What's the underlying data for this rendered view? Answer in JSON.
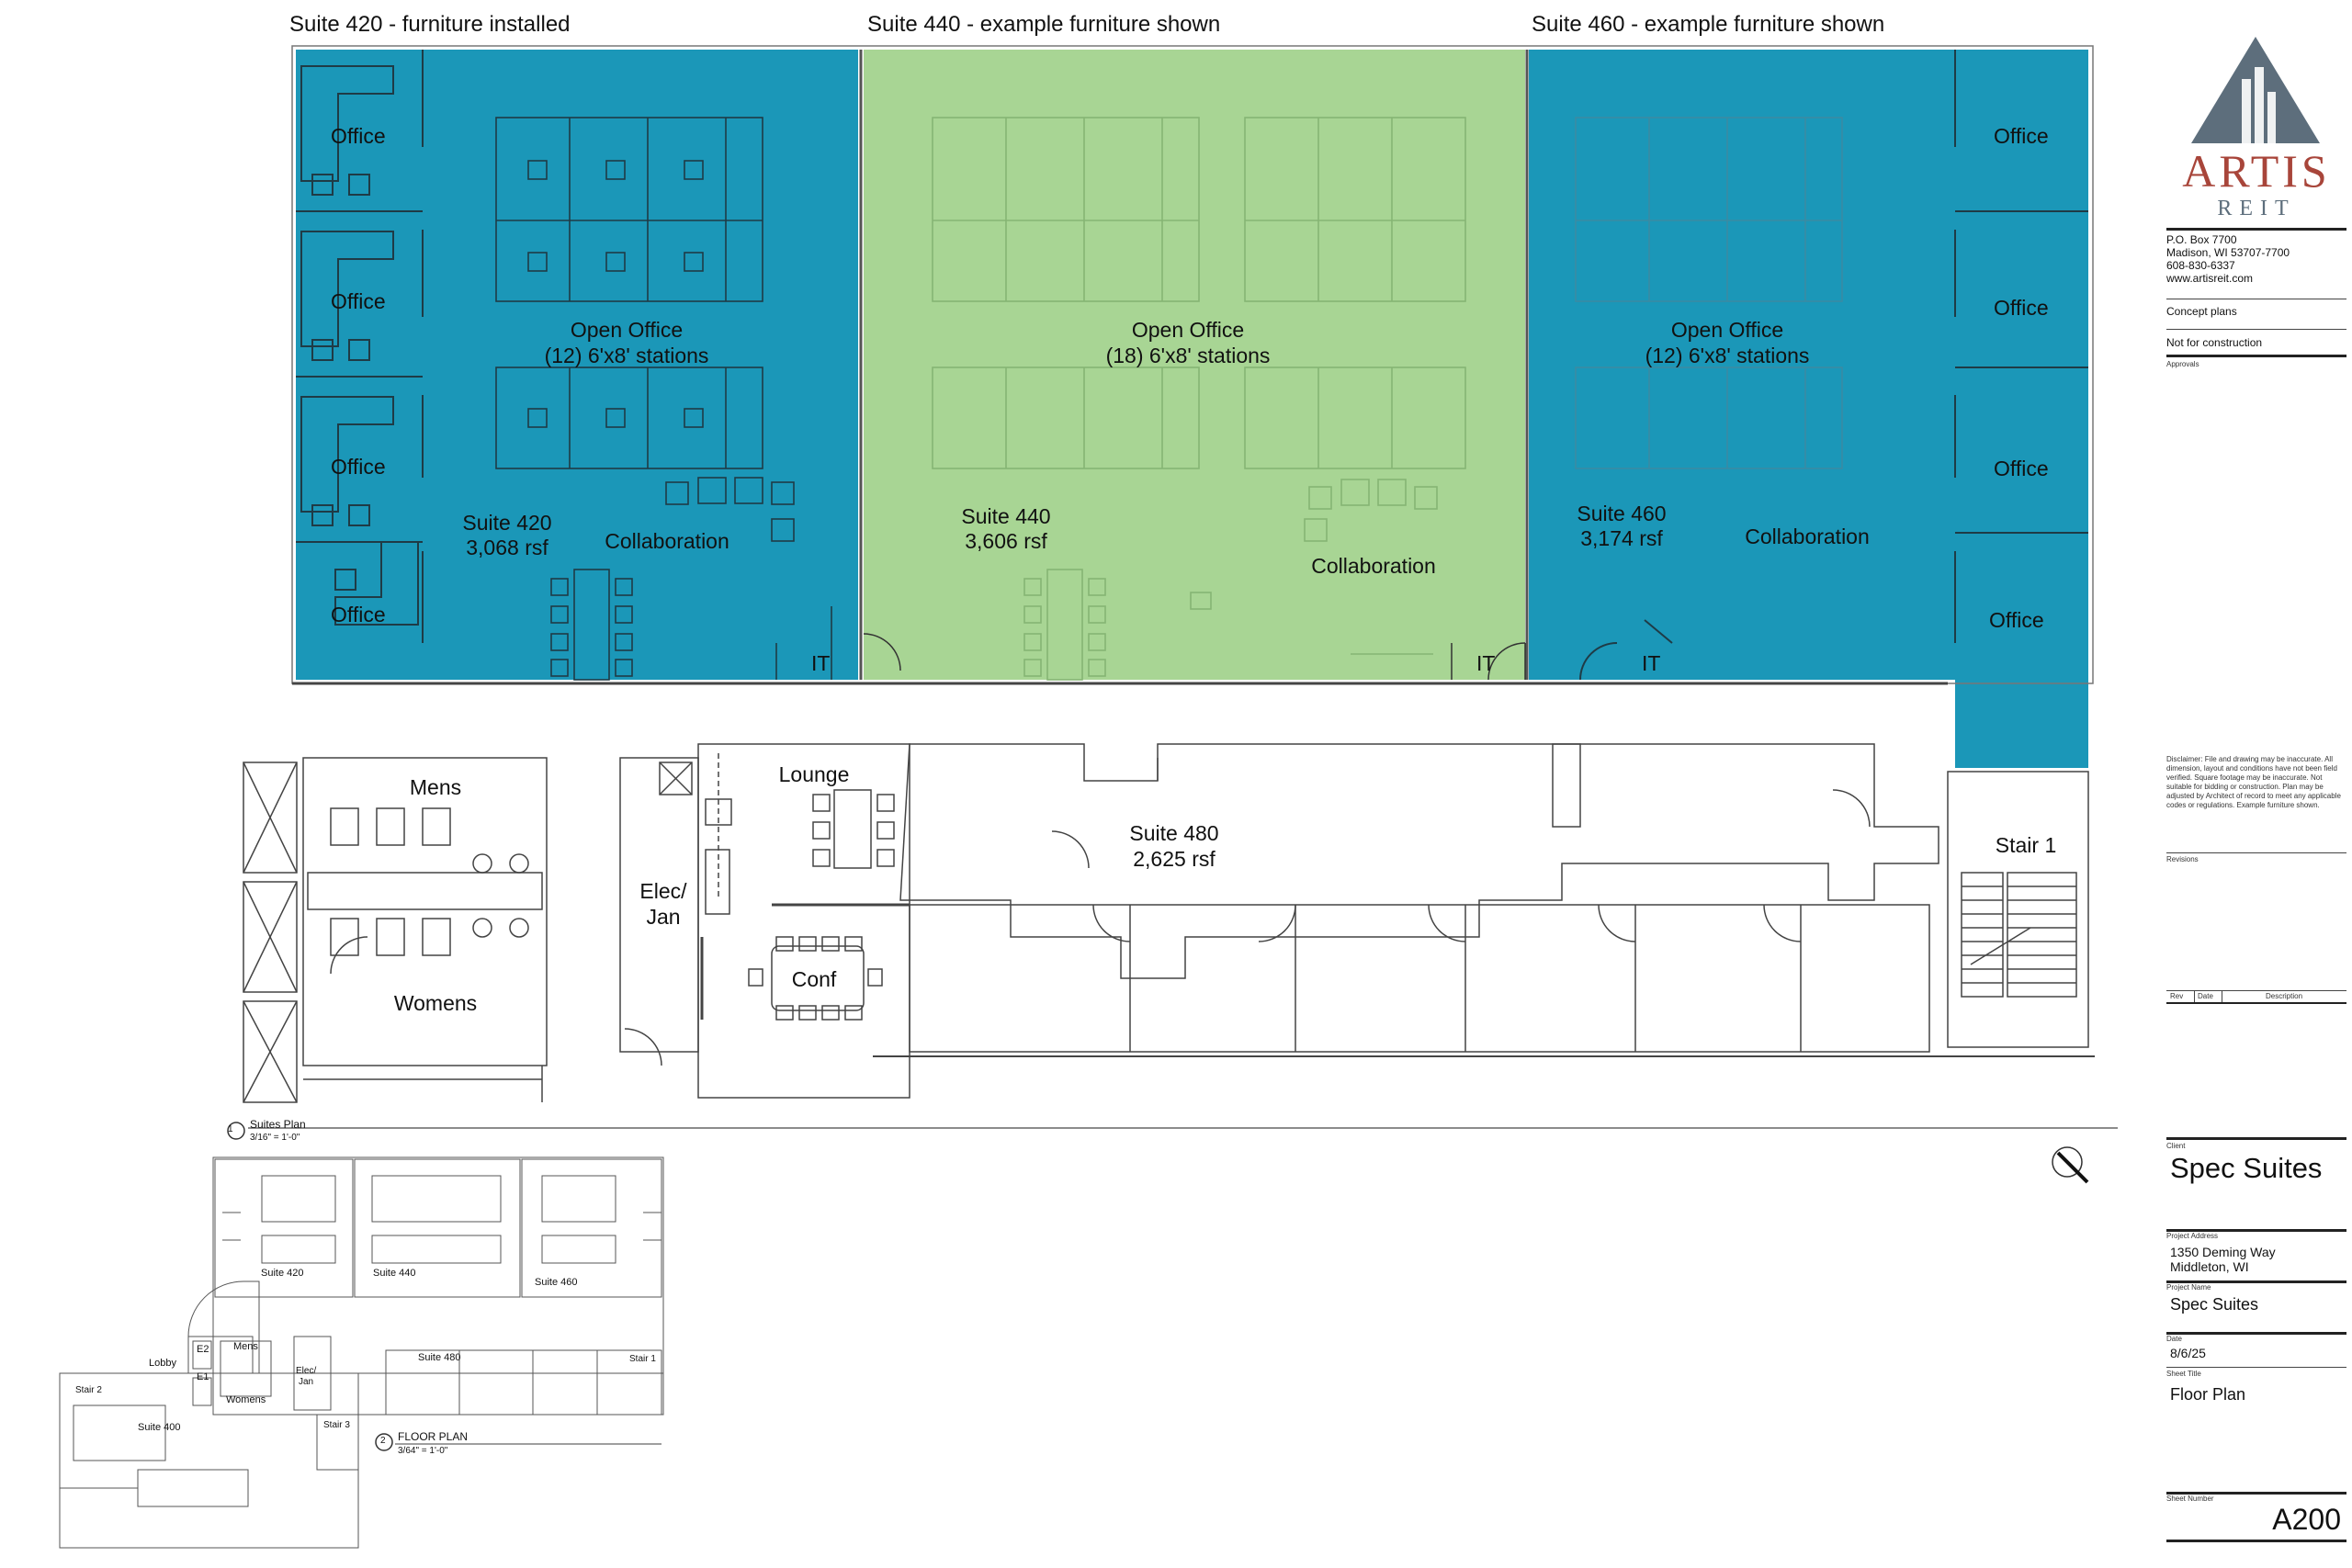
{
  "headers": {
    "suite420": "Suite 420 - furniture installed",
    "suite440": "Suite 440 - example furniture shown",
    "suite460": "Suite 460 - example furniture shown"
  },
  "suite420": {
    "offices": [
      "Office",
      "Office",
      "Office",
      "Office"
    ],
    "open_office": "Open Office",
    "stations": "(12) 6'x8' stations",
    "name": "Suite 420",
    "area": "3,068 rsf",
    "collab": "Collaboration",
    "it": "IT"
  },
  "suite440": {
    "open_office": "Open Office",
    "stations": "(18) 6'x8' stations",
    "name": "Suite 440",
    "area": "3,606 rsf",
    "collab": "Collaboration",
    "it": "IT"
  },
  "suite460": {
    "offices": [
      "Office",
      "Office",
      "Office",
      "Office"
    ],
    "open_office": "Open Office",
    "stations": "(12) 6'x8' stations",
    "name": "Suite 460",
    "area": "3,174 rsf",
    "collab": "Collaboration",
    "it": "IT"
  },
  "core": {
    "mens": "Mens",
    "womens": "Womens",
    "elec_1": "Elec/",
    "elec_2": "Jan",
    "lounge": "Lounge",
    "conf": "Conf",
    "suite480_name": "Suite 480",
    "suite480_area": "2,625 rsf",
    "stair1": "Stair 1"
  },
  "view1": {
    "num": "1",
    "title": "Suites Plan",
    "scale": "3/16\" = 1'-0\""
  },
  "view2": {
    "num": "2",
    "title": "FLOOR PLAN",
    "scale": "3/64\" = 1'-0\""
  },
  "keyplan": {
    "suite420": "Suite 420",
    "suite440": "Suite 440",
    "suite460": "Suite 460",
    "mens": "Mens",
    "womens": "Womens",
    "lobby": "Lobby",
    "e2": "E2",
    "e1": "E1",
    "elec_1": "Elec/",
    "elec_2": "Jan",
    "suite480": "Suite 480",
    "stair1": "Stair 1",
    "stair2": "Stair 2",
    "stair3": "Stair 3",
    "suite400": "Suite 400"
  },
  "titleblock": {
    "logo_main": "ARTIS",
    "logo_sub": "REIT",
    "address_1": "P.O. Box 7700",
    "address_2": "Madison, WI 53707-7700",
    "phone": "608-830-6337",
    "web": "www.artisreit.com",
    "concept": "Concept plans",
    "not_for_construction": "Not for construction",
    "approvals": "Approvals",
    "disclaimer": "Disclaimer: File and drawing may be inaccurate. All dimension, layout and conditions have not been field verified. Square footage may be inaccurate. Not suitable for bidding or construction. Plan may be adjusted by Architect of record to meet any applicable codes or regulations. Example furniture shown.",
    "revisions": "Revisions",
    "rev_col": "Rev",
    "date_col": "Date",
    "desc_col": "Description",
    "client_label": "Client",
    "client": "Spec Suites",
    "project_address_label": "Project Address",
    "address_line1": "1350 Deming Way",
    "address_line2": "Middleton, WI",
    "project_name_label": "Project Name",
    "project_name": "Spec Suites",
    "date_label": "Date",
    "date": "8/6/25",
    "sheet_title_label": "Sheet Title",
    "sheet_title": "Floor Plan",
    "sheet_number_label": "Sheet Number",
    "sheet_number": "A200"
  },
  "colors": {
    "suite_blue": "#1b97b8",
    "suite_green": "#a8d594",
    "line": "#333333",
    "logo_gray": "#5d6e7c",
    "logo_red": "#a8453a"
  }
}
